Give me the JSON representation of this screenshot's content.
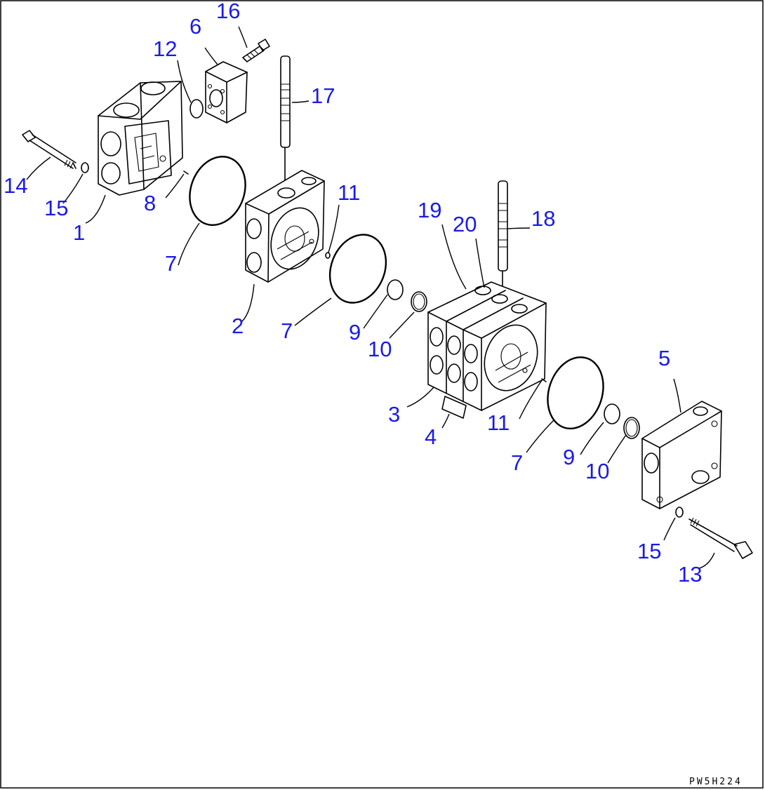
{
  "callouts": {
    "c1": "1",
    "c2": "2",
    "c3": "3",
    "c4": "4",
    "c5": "5",
    "c6": "6",
    "c7a": "7",
    "c7b": "7",
    "c7c": "7",
    "c8": "8",
    "c9a": "9",
    "c9b": "9",
    "c10a": "10",
    "c10b": "10",
    "c11a": "11",
    "c11b": "11",
    "c12": "12",
    "c13": "13",
    "c14": "14",
    "c15a": "15",
    "c15b": "15",
    "c16": "16",
    "c17": "17",
    "c18": "18",
    "c19": "19",
    "c20": "20"
  },
  "drawing_code": "PW5H224",
  "colors": {
    "callout": "#1a1ae6",
    "line": "#000000",
    "background": "#ffffff"
  }
}
